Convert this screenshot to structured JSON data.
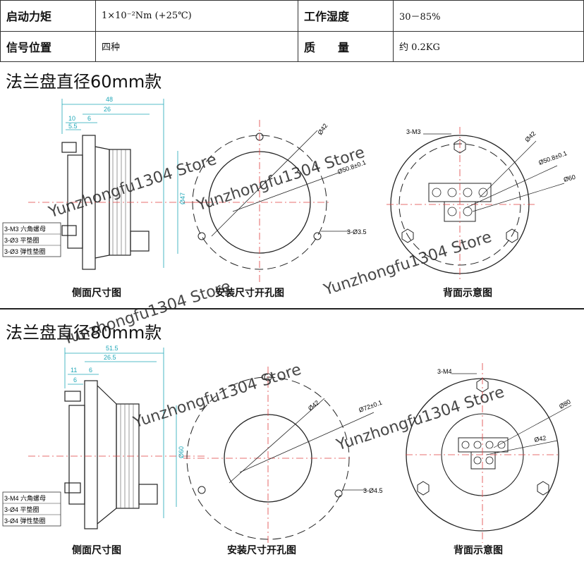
{
  "specs": {
    "row1": {
      "k1": "启动力矩",
      "v1": "1×10⁻²Nm (+25℃)",
      "k2": "工作湿度",
      "v2": "30－85%"
    },
    "row2": {
      "k1": "信号位置",
      "v1": "四种",
      "k2": "质　　量",
      "v2": "约 0.2KG"
    }
  },
  "section60": {
    "title": "法兰盘直径60mm款",
    "captions": {
      "side": "侧面尺寸图",
      "mount": "安装尺寸开孔图",
      "back": "背面示意图"
    },
    "dims": {
      "w48": "48",
      "w26": "26",
      "w10": "10",
      "w6": "6",
      "w55": "5.5",
      "d47": "Ø47",
      "d42": "Ø42",
      "d508": "Ø50.8±0.1",
      "hole": "3-Ø3.5",
      "m3": "3-M3",
      "d60": "Ø60"
    },
    "legend": [
      "3-M3 六角螺母",
      "3-Ø3 平垫圈",
      "3-Ø3 弹性垫圈"
    ]
  },
  "section80": {
    "title": "法兰盘直径80mm款",
    "captions": {
      "side": "侧面尺寸图",
      "mount": "安装尺寸开孔图",
      "back": "背面示意图"
    },
    "dims": {
      "w515": "51.5",
      "w265": "26.5",
      "w11": "11",
      "w6a": "6",
      "w6b": "6",
      "d60": "Ø60",
      "d42": "Ø42",
      "d72": "Ø72±0.1",
      "hole": "3-Ø4.5",
      "m4": "3-M4",
      "d80": "Ø80"
    },
    "legend": [
      "3-M4 六角螺母",
      "3-Ø4 平垫圈",
      "3-Ø4 弹性垫圈"
    ]
  },
  "watermark": "Yunzhongfu1304 Store",
  "colors": {
    "dim": "#1fa7b8",
    "center": "#e04040",
    "line": "#222"
  }
}
